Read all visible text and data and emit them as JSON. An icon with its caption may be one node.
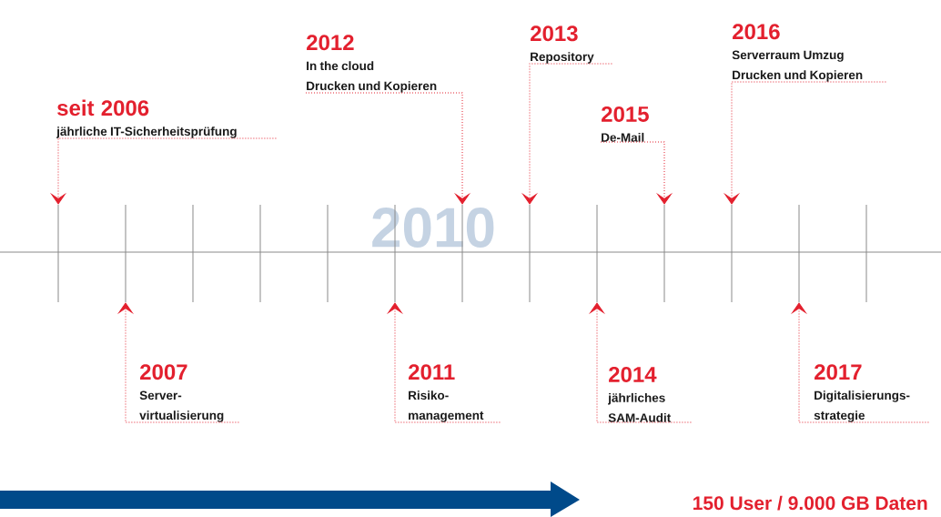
{
  "diagram": {
    "nodes": [
      {
        "text": [
          "seit 2006",
          "jährliche IT-Sicherheitsprüfung"
        ]
      },
      {
        "text": [
          "2007",
          "Server- virtualisierung"
        ]
      },
      {
        "text": [
          "2011",
          "Risiko- management"
        ]
      },
      {
        "text": [
          "2012",
          "In the cloud",
          "Drucken und Kopieren"
        ]
      },
      {
        "text": [
          "2013",
          "Repository"
        ]
      },
      {
        "text": [
          "2014",
          "jährliches SAM-Audit"
        ]
      },
      {
        "text": [
          "2015",
          "De-Mail"
        ]
      },
      {
        "text": [
          "2016",
          "Serverraum Umzug",
          "Drucken und Kopieren"
        ]
      },
      {
        "text": [
          "2017",
          "Digitalisierungs- strategie"
        ]
      },
      {
        "text": [],
        "shape": "bar"
      },
      {
        "text": [],
        "shape": "bar"
      },
      {
        "text": [],
        "shape": "bar"
      },
      {
        "text": [],
        "shape": "bar"
      },
      {
        "text": [],
        "shape": "bar"
      },
      {
        "text": [],
        "shape": "bar"
      },
      {
        "text": [],
        "shape": "bar"
      },
      {
        "text": [],
        "shape": "bar"
      },
      {
        "text": [],
        "shape": "bar"
      },
      {
        "text": [],
        "shape": "bar"
      },
      {
        "text": [],
        "shape": "bar"
      },
      {
        "text": [],
        "shape": "bar"
      },
      {
        "text": [],
        "shape": "bar"
      }
    ],
    "edges": [
      {
        "from": 0,
        "to": 9,
        "arrow": "to",
        "style": "dashed"
      },
      {
        "from": 1,
        "to": 10,
        "arrow": "to",
        "style": "dashed"
      },
      {
        "from": 2,
        "to": 14,
        "arrow": "to",
        "style": "dashed"
      },
      {
        "from": 3,
        "to": 15,
        "arrow": "to",
        "style": "dashed"
      },
      {
        "from": 4,
        "to": 16,
        "arrow": "to",
        "style": "dashed"
      },
      {
        "from": 5,
        "to": 17,
        "arrow": "to",
        "style": "dashed"
      },
      {
        "from": 6,
        "to": 18,
        "arrow": "to",
        "style": "dashed"
      },
      {
        "from": 7,
        "to": 19,
        "arrow": "to",
        "style": "dashed"
      },
      {
        "from": 8,
        "to": 20,
        "arrow": "to",
        "style": "dashed"
      }
    ],
    "labels": [
      "2010",
      "150 User / 9.000 GB Daten"
    ]
  }
}
